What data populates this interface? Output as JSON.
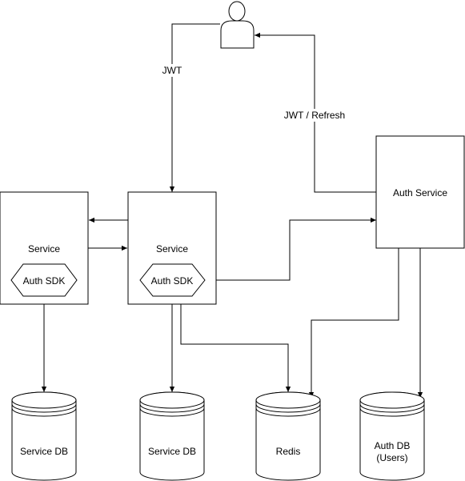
{
  "nodes": {
    "user": {
      "icon": "user-icon"
    },
    "service_left": {
      "label": "Service",
      "sdk_label": "Auth SDK"
    },
    "service_center": {
      "label": "Service",
      "sdk_label": "Auth SDK"
    },
    "auth_service": {
      "label": "Auth Service"
    },
    "service_db_left": {
      "label": "Service DB"
    },
    "service_db_center": {
      "label": "Service DB"
    },
    "redis": {
      "label": "Redis"
    },
    "auth_db": {
      "label_line1": "Auth DB",
      "label_line2": "(Users)"
    }
  },
  "edges": {
    "user_to_service": {
      "label": "JWT"
    },
    "auth_to_user": {
      "label": "JWT / Refresh"
    }
  },
  "colors": {
    "stroke": "#000000",
    "fill": "#ffffff"
  }
}
